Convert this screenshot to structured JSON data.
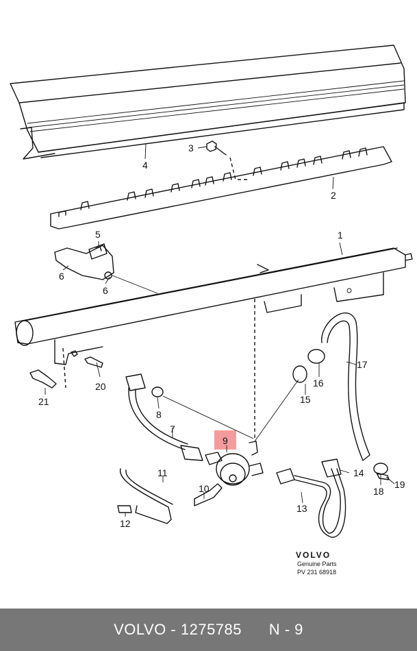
{
  "diagram": {
    "callouts": [
      "1",
      "2",
      "3",
      "4",
      "5",
      "6",
      "6",
      "7",
      "8",
      "9",
      "10",
      "11",
      "12",
      "13",
      "14",
      "15",
      "16",
      "17",
      "18",
      "19",
      "20",
      "21"
    ],
    "highlight_color": "#f28b8b",
    "brand": {
      "name": "VOLVO",
      "line1": "Genuine Parts",
      "line2": "PV 231 68918"
    }
  },
  "footer": {
    "brand": "VOLVO",
    "separator": " - ",
    "part_number": "1275785",
    "position_label": "N - 9",
    "background": "#777777"
  }
}
